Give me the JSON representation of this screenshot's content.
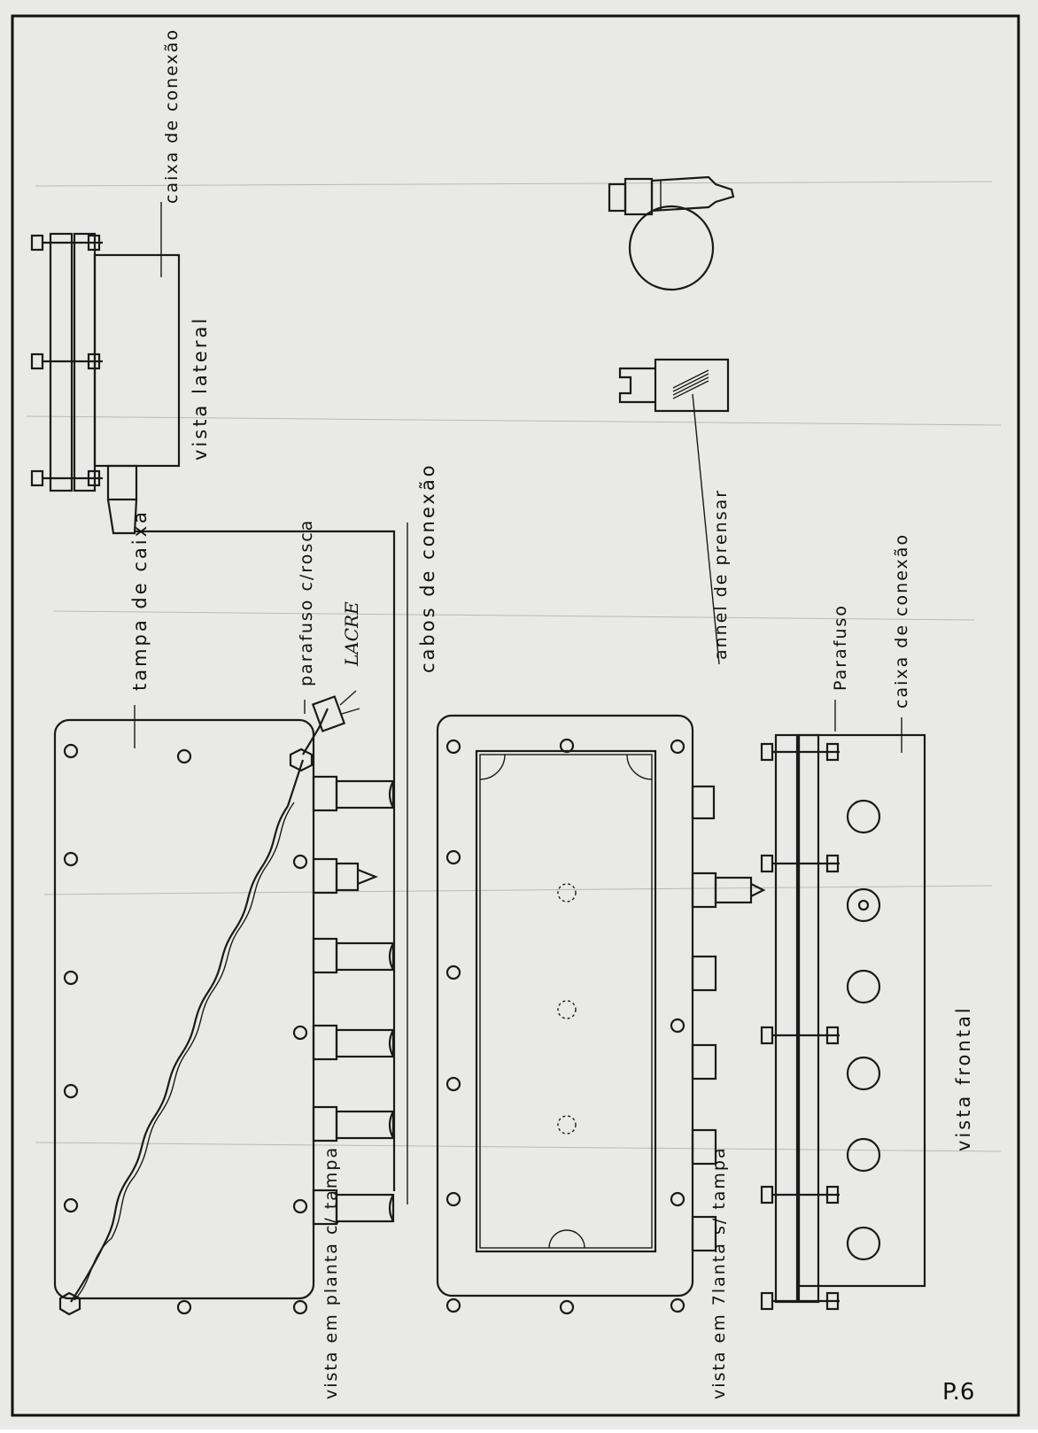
{
  "labels": {
    "caixa_de_conexao_top": "caixa de conexão",
    "vista_lateral": "vista lateral",
    "cabos_de_conexao": "cabos de conexão",
    "tampa_de_caixa": "tampa de caixa",
    "parafuso_c_rosca": "parafuso c/rosca",
    "lacre": "LACRE",
    "anel_de_prensar": "annel de prensar",
    "parafuso": "Parafuso",
    "caixa_de_conexao_right": "caixa de conexão",
    "vista_frontal": "vista frontal",
    "vista_em_planta_c_tampa": "vista em planta c/ tampa",
    "vista_em_planta_s_tampa": "vista em 7lanta s/ tampa",
    "page_number": "P.6"
  },
  "colors": {
    "paper": "#e9e9e7",
    "ink": "#1a1a1a",
    "border": "#111111"
  }
}
